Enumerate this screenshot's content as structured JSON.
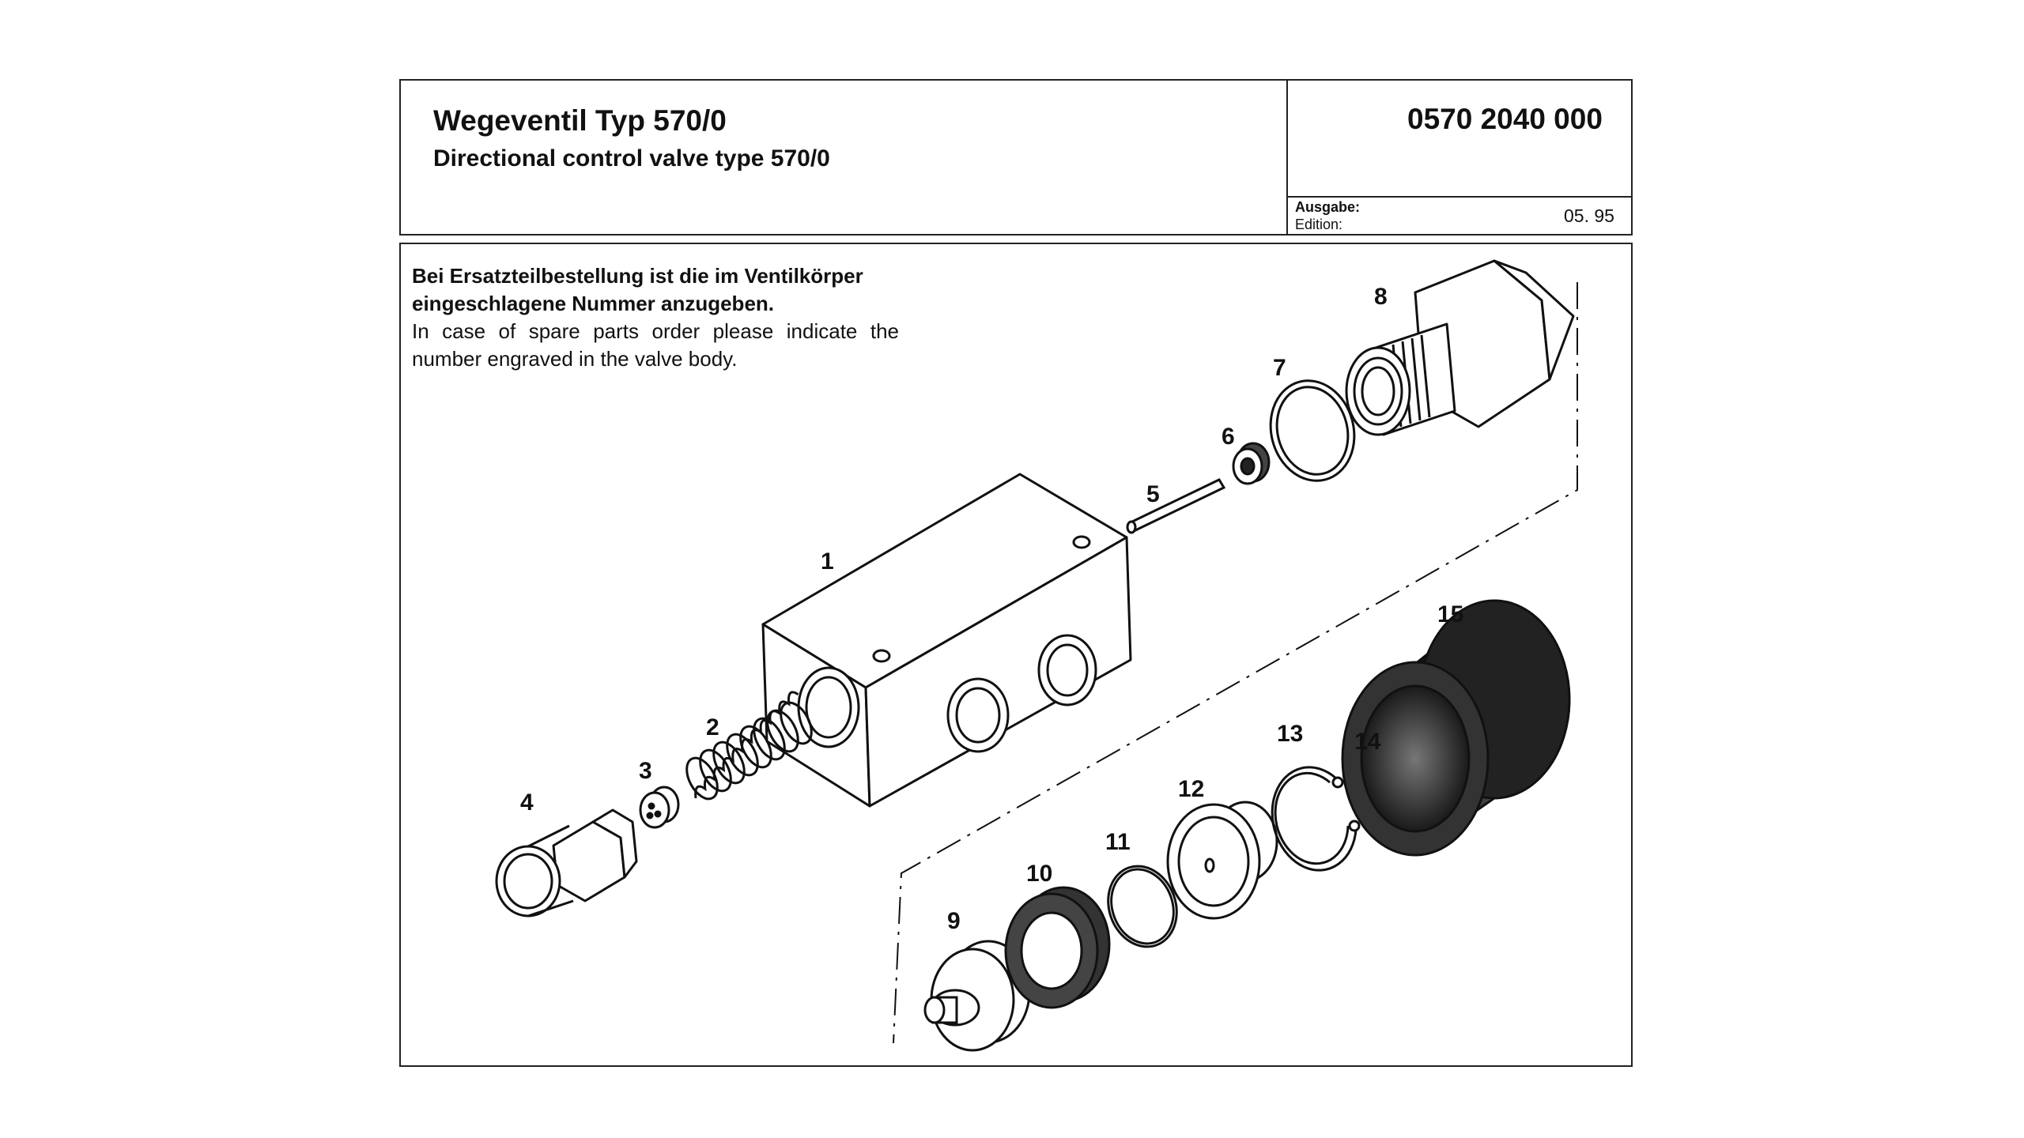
{
  "header": {
    "title_de": "Wegeventil Typ 570/0",
    "title_en": "Directional control valve type 570/0",
    "part_number": "0570 2040 000",
    "edition_label_de": "Ausgabe:",
    "edition_label_en": "Edition:",
    "edition_value": "05. 95"
  },
  "note": {
    "bold_line_1": "Bei Ersatzteilbestellung ist die im Ventilkörper",
    "bold_line_2": "eingeschlagene Nummer anzugeben.",
    "plain_line_1": "In case of spare parts order please indicate the",
    "plain_line_2": "number engraved in the valve body."
  },
  "callouts": {
    "p1": "1",
    "p2": "2",
    "p3": "3",
    "p4": "4",
    "p5": "5",
    "p6": "6",
    "p7": "7",
    "p8": "8",
    "p9": "9",
    "p10": "10",
    "p11": "11",
    "p12": "12",
    "p13": "13",
    "p14": "14",
    "p15": "15"
  },
  "colors": {
    "ink": "#111111",
    "paper": "#ffffff",
    "shade": "#2a2a2a"
  }
}
